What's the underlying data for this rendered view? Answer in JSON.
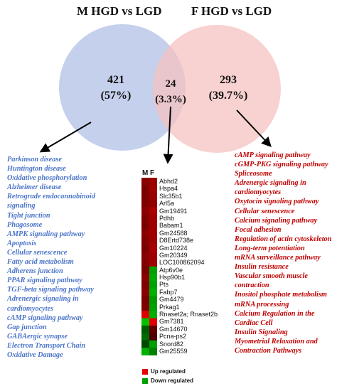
{
  "titles": {
    "left": "M HGD vs LGD",
    "right": "F HGD vs LGD"
  },
  "venn": {
    "left": {
      "count": "421",
      "percent": "(57%)"
    },
    "overlap": {
      "count": "24",
      "percent": "(3.3%)"
    },
    "right": {
      "count": "293",
      "percent": "(39.7%)"
    }
  },
  "colors": {
    "left_circle": "#c4d0ec",
    "right_circle": "#f6c2c2",
    "left_text": "#4a74c9",
    "right_text": "#c00000",
    "up": "#e00000",
    "down": "#00a000"
  },
  "left_pathways": [
    "Parkinson disease",
    "Huntington disease",
    "Oxidative phosphorylation",
    "Alzheimer disease",
    "Retrograde endocannabinoid",
    "signaling",
    "Tight junction",
    "Phagosome",
    "AMPK signaling pathway",
    "Apoptosis",
    "Cellular senescence",
    "Fatty acid metabolism",
    "Adherens junction",
    "PPAR signaling pathway",
    "TGF-beta signaling pathway",
    "Adrenergic signaling in",
    "cardiomyocytes",
    "cAMP signaling pathway",
    "Gap junction",
    "GABAergic synapse",
    "Electron Transport Chain",
    "Oxidative Damage"
  ],
  "right_pathways": [
    "cAMP signaling pathway",
    "cGMP-PKG signaling pathway",
    "Spliceosome",
    "Adrenergic signaling in",
    "cardiomyocytes",
    "Oxytocin signaling pathway",
    "Cellular senescence",
    "Calcium signaling pathway",
    "Focal adhesion",
    "Regulation of actin cytoskeleton",
    "Long-term potentiation",
    "mRNA surveillance pathway",
    "Insulin resistance",
    "Vascular smooth muscle",
    "contraction",
    "Inositol phosphate metabolism",
    "mRNA processing",
    "Calcium Regulation in the",
    "Cardiac Cell",
    "Insulin Signaling",
    "Myometrial Relaxation and",
    "Contraction Pathways"
  ],
  "heatmap": {
    "columns": [
      "M",
      "F"
    ],
    "genes": [
      {
        "name": "Abhd2",
        "m": "#8a0000",
        "f": "#9a0000"
      },
      {
        "name": "Hspa4",
        "m": "#7a0000",
        "f": "#a00000"
      },
      {
        "name": "Slc35b1",
        "m": "#7a0000",
        "f": "#9a0000"
      },
      {
        "name": "Arl5a",
        "m": "#800000",
        "f": "#900000"
      },
      {
        "name": "Gm19491",
        "m": "#8a0000",
        "f": "#aa0000"
      },
      {
        "name": "Pdhb",
        "m": "#800000",
        "f": "#a00000"
      },
      {
        "name": "Babam1",
        "m": "#7a0000",
        "f": "#a00000"
      },
      {
        "name": "Gm24588",
        "m": "#8a0000",
        "f": "#a00000"
      },
      {
        "name": "D8Ertd738e",
        "m": "#800000",
        "f": "#a00000"
      },
      {
        "name": "Gm10224",
        "m": "#7a0000",
        "f": "#a80000"
      },
      {
        "name": "Gm20349",
        "m": "#860000",
        "f": "#a00000"
      },
      {
        "name": "LOC100862094",
        "m": "#800000",
        "f": "#a00000"
      },
      {
        "name": "Atp6v0e",
        "m": "#7a0000",
        "f": "#00a000"
      },
      {
        "name": "Hsp90b1",
        "m": "#8a0000",
        "f": "#00aa00"
      },
      {
        "name": "Pts",
        "m": "#800000",
        "f": "#00a000"
      },
      {
        "name": "Fabp7",
        "m": "#8a0000",
        "f": "#00b000"
      },
      {
        "name": "Gm4479",
        "m": "#7a0000",
        "f": "#009a00"
      },
      {
        "name": "Prkag1",
        "m": "#800000",
        "f": "#00a000"
      },
      {
        "name": "Rnaset2a; Rnaset2b",
        "m": "#e00000",
        "f": "#00b000"
      },
      {
        "name": "Gm7381",
        "m": "#00c000",
        "f": "#e00000"
      },
      {
        "name": "Gm14670",
        "m": "#005a00",
        "f": "#600000"
      },
      {
        "name": "Pcna-ps2",
        "m": "#006a00",
        "f": "#500000"
      },
      {
        "name": "Snord82",
        "m": "#004a00",
        "f": "#00a000"
      },
      {
        "name": "Gm25559",
        "m": "#00b000",
        "f": "#008000"
      }
    ]
  },
  "legend": {
    "up": "Up regulated",
    "down": "Down regulated"
  }
}
